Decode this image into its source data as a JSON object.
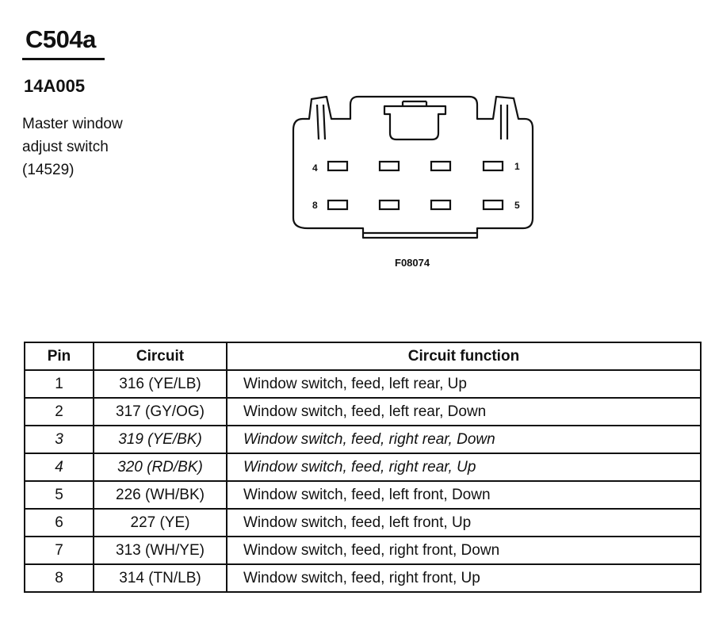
{
  "connector": {
    "id": "C504a",
    "part_number": "14A005",
    "description_lines": [
      "Master window",
      "adjust switch",
      "(14529)"
    ],
    "figure_label": "F08074",
    "pin_labels": {
      "top_left": "4",
      "top_right": "1",
      "bottom_left": "8",
      "bottom_right": "5"
    }
  },
  "table": {
    "headers": {
      "pin": "Pin",
      "circuit": "Circuit",
      "function": "Circuit function"
    },
    "rows": [
      {
        "pin": "1",
        "circuit": "316 (YE/LB)",
        "function": "Window switch, feed, left rear, Up"
      },
      {
        "pin": "2",
        "circuit": "317 (GY/OG)",
        "function": "Window switch, feed, left rear, Down"
      },
      {
        "pin": "3",
        "circuit": "319 (YE/BK)",
        "function": "Window switch, feed, right rear, Down"
      },
      {
        "pin": "4",
        "circuit": "320 (RD/BK)",
        "function": "Window switch, feed, right rear, Up"
      },
      {
        "pin": "5",
        "circuit": "226 (WH/BK)",
        "function": "Window switch, feed, left front, Down"
      },
      {
        "pin": "6",
        "circuit": "227 (YE)",
        "function": "Window switch, feed, left front, Up"
      },
      {
        "pin": "7",
        "circuit": "313 (WH/YE)",
        "function": "Window switch, feed, right front, Down"
      },
      {
        "pin": "8",
        "circuit": "314 (TN/LB)",
        "function": "Window switch, feed, right front, Up"
      }
    ]
  }
}
